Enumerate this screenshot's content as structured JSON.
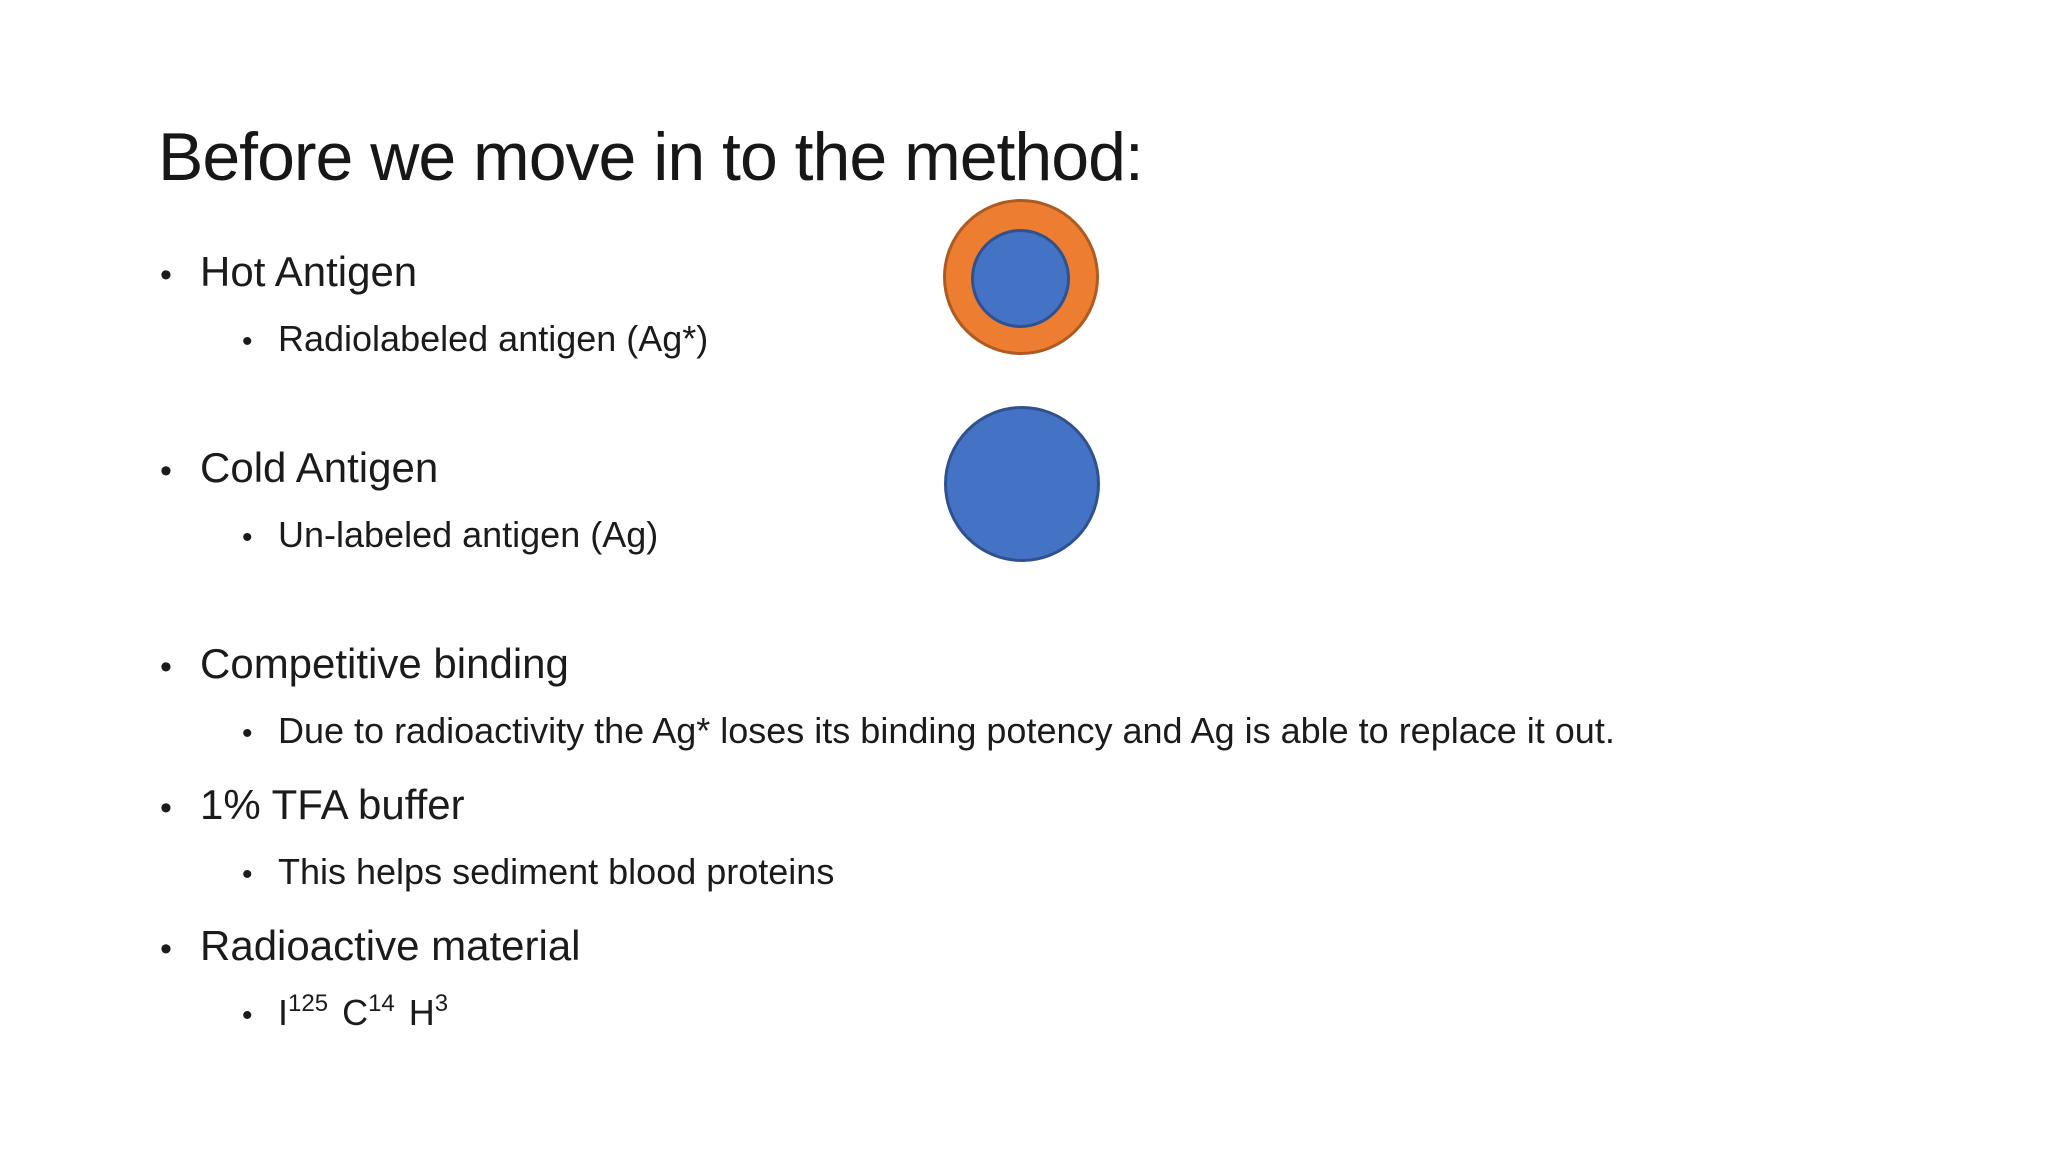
{
  "slide": {
    "title": "Before we move in to the method:",
    "bullet_char": "•",
    "colors": {
      "background": "#ffffff",
      "text": "#1b1b1b",
      "hot_ring_fill": "#ED7D31",
      "hot_ring_border": "#AE5A21",
      "antigen_fill": "#4472C4",
      "antigen_border": "#2F528F"
    },
    "items": [
      {
        "label": "Hot Antigen",
        "sub": "Radiolabeled antigen (Ag*)"
      },
      {
        "label": "Cold Antigen",
        "sub": "Un-labeled antigen (Ag)"
      },
      {
        "label": "Competitive binding",
        "sub": "Due to radioactivity the Ag* loses its binding potency and Ag is able to replace it out."
      },
      {
        "label": "1% TFA buffer",
        "sub": "This helps sediment blood proteins"
      },
      {
        "label": "Radioactive material",
        "sub_isotopes": [
          {
            "symbol": "I",
            "mass": "125"
          },
          {
            "symbol": "C",
            "mass": "14"
          },
          {
            "symbol": "H",
            "mass": "3"
          }
        ]
      }
    ]
  }
}
